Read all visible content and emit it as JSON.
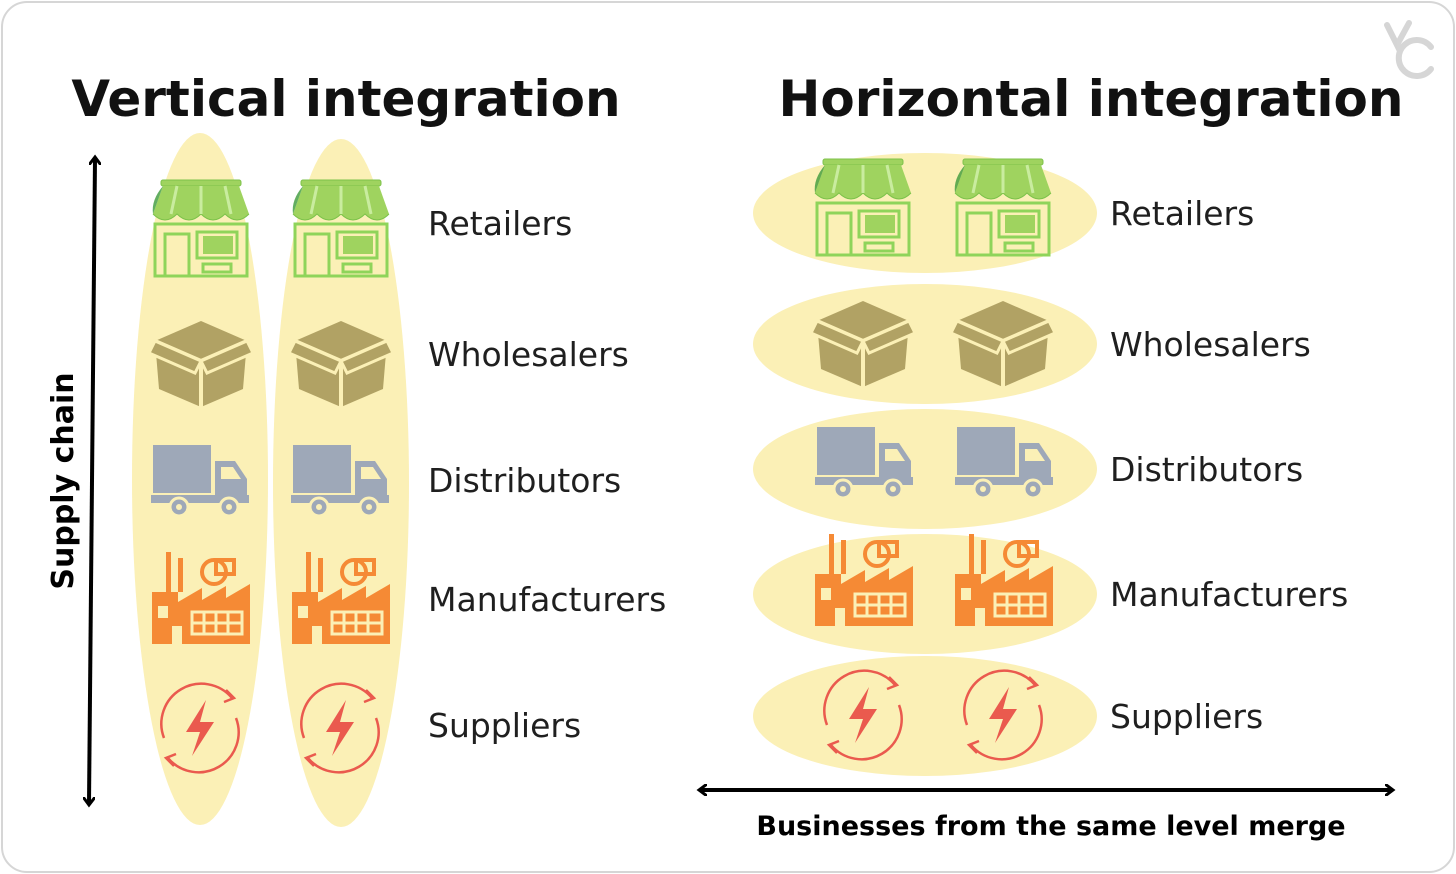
{
  "vertical": {
    "title": "Vertical integration",
    "axis_label": "Supply chain"
  },
  "horizontal": {
    "title": "Horizontal integration",
    "axis_label": "Businesses from the same level merge"
  },
  "levels": [
    {
      "label": "Retailers",
      "icon": "store-icon"
    },
    {
      "label": "Wholesalers",
      "icon": "box-icon"
    },
    {
      "label": "Distributors",
      "icon": "truck-icon"
    },
    {
      "label": "Manufacturers",
      "icon": "factory-icon"
    },
    {
      "label": "Suppliers",
      "icon": "energy-cycle-icon"
    }
  ],
  "colors": {
    "ellipse": "#fbf0b6",
    "store_green": "#9fd35f",
    "store_outline": "#8fd45a",
    "box": "#b1a264",
    "truck": "#9ea8b8",
    "factory": "#f58a35",
    "supplier": "#ea5a4e"
  }
}
